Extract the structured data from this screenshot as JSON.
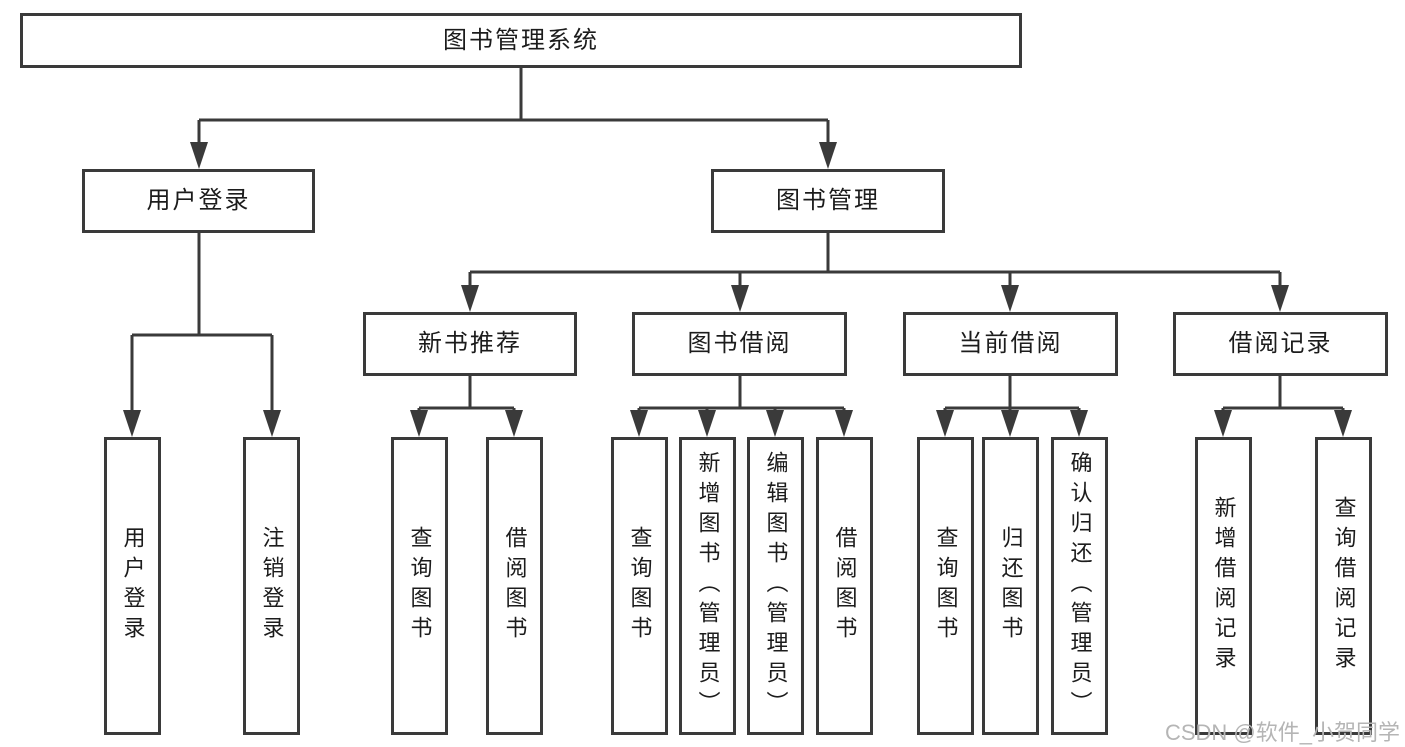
{
  "colors": {
    "line": "#3a3a3a",
    "text": "#1c1c1c",
    "watermark": "#b5b5b5"
  },
  "tree": {
    "label": "图书管理系统",
    "children": [
      {
        "label": "用户登录",
        "children": [
          {
            "label": "用户登录"
          },
          {
            "label": "注销登录"
          }
        ]
      },
      {
        "label": "图书管理",
        "children": [
          {
            "label": "新书推荐",
            "children": [
              {
                "label": "查询图书"
              },
              {
                "label": "借阅图书"
              }
            ]
          },
          {
            "label": "图书借阅",
            "children": [
              {
                "label": "查询图书"
              },
              {
                "label": "新增图书（管理员）"
              },
              {
                "label": "编辑图书（管理员）"
              },
              {
                "label": "借阅图书"
              }
            ]
          },
          {
            "label": "当前借阅",
            "children": [
              {
                "label": "查询图书"
              },
              {
                "label": "归还图书"
              },
              {
                "label": "确认归还（管理员）"
              }
            ]
          },
          {
            "label": "借阅记录",
            "children": [
              {
                "label": "新增借阅记录"
              },
              {
                "label": "查询借阅记录"
              }
            ]
          }
        ]
      }
    ]
  },
  "watermark": {
    "text": "CSDN @软件_小贺同学"
  }
}
